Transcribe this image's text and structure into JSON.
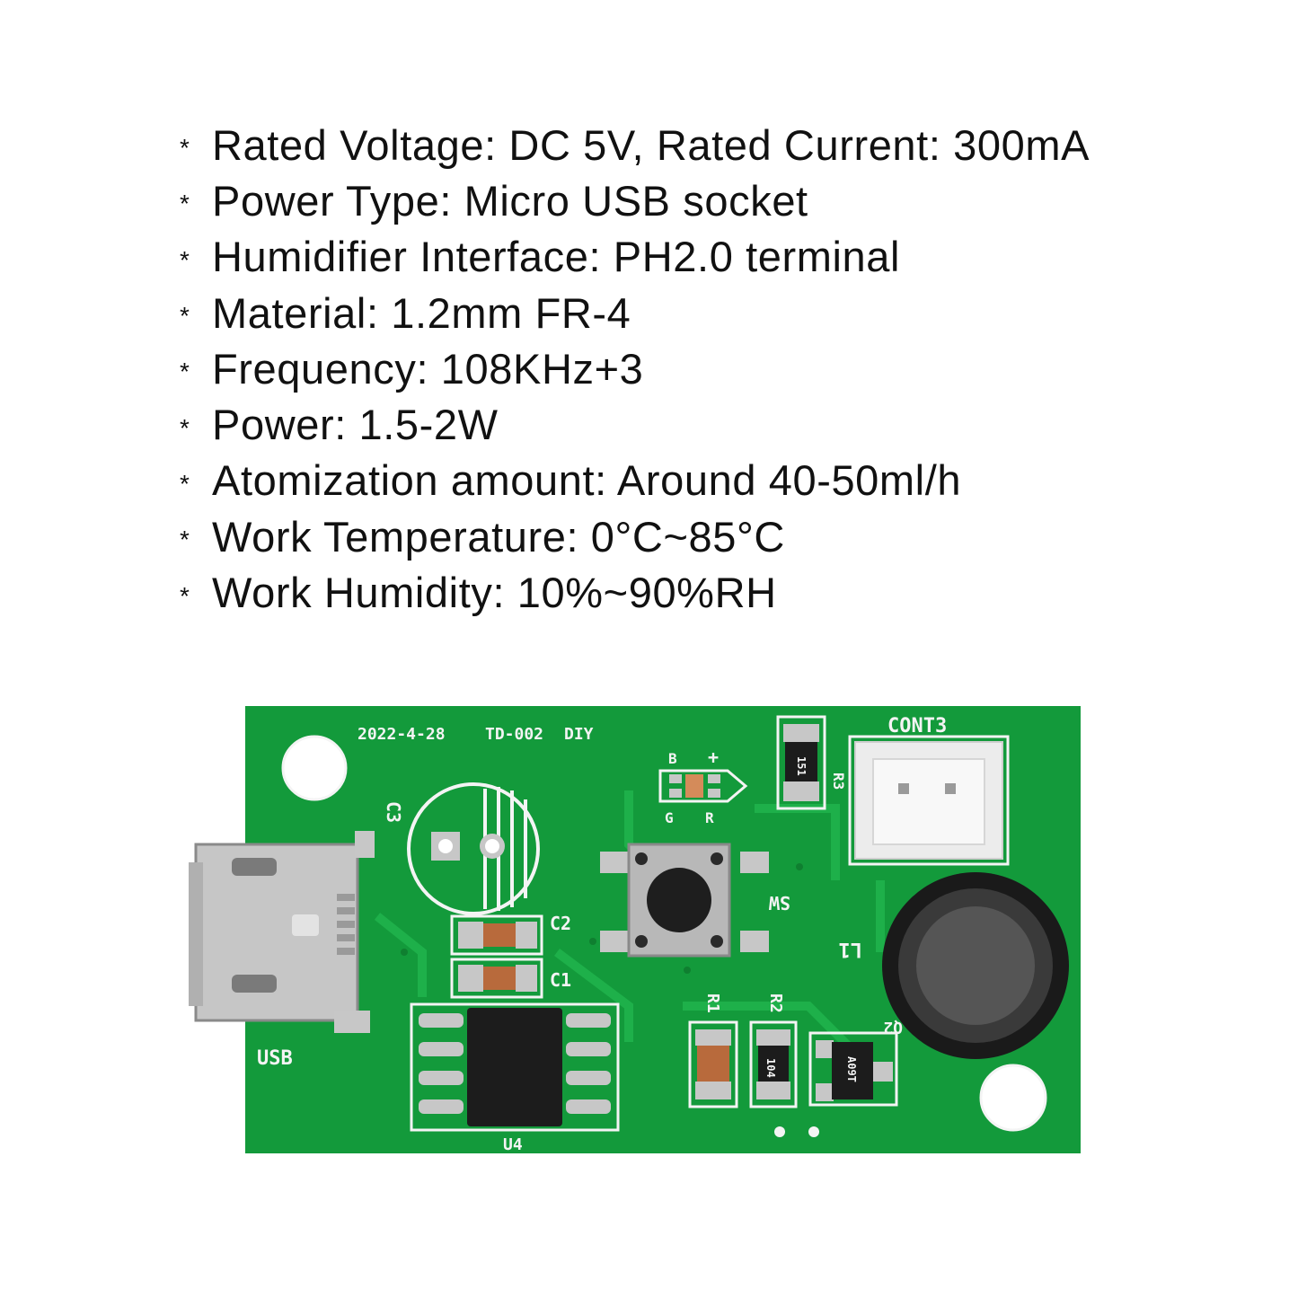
{
  "specs": {
    "bullet": "*",
    "items": [
      "Rated Voltage: DC 5V, Rated Current: 300mA",
      "Power Type: Micro USB socket",
      "Humidifier Interface: PH2.0 terminal",
      "Material: 1.2mm FR-4",
      "Frequency: 108KHz+3",
      "Power: 1.5-2W",
      "Atomization amount: Around 40-50ml/h",
      "Work Temperature: 0°C~85°C",
      "Work Humidity: 10%~90%RH"
    ]
  },
  "board": {
    "date_code": "2022-4-28",
    "model": "TD-002",
    "diy": "DIY",
    "connector_label": "CONT3",
    "usb_label": "USB",
    "switch_label": "SW",
    "inductor_label": "L1",
    "ic_label": "U4",
    "c1": "C1",
    "c2": "C2",
    "c3": "C3",
    "r1": "R1",
    "r2": "R2",
    "r3": "R3",
    "q2": "Q2",
    "led_b": "B",
    "led_plus": "+",
    "led_g": "G",
    "led_r": "R",
    "r3_code": "151",
    "r2_code": "104",
    "q2_code": "A09T",
    "colors": {
      "pcb": "#139a3b",
      "silkscreen": "#f4f4f4",
      "pad": "#c7c7c7"
    }
  }
}
